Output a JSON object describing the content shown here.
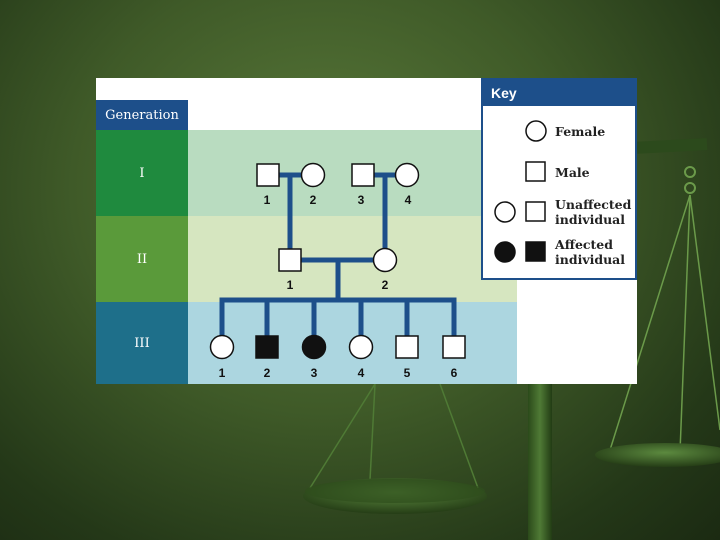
{
  "generation_header": "Generation",
  "generations": [
    "I",
    "II",
    "III"
  ],
  "individuals": {
    "gen1": [
      "1",
      "2",
      "3",
      "4"
    ],
    "gen2": [
      "1",
      "2"
    ],
    "gen3": [
      "1",
      "2",
      "3",
      "4",
      "5",
      "6"
    ]
  },
  "key": {
    "title": "Key",
    "female": "Female",
    "male": "Male",
    "unaffected": "Unaffected individual",
    "affected": "Affected individual"
  },
  "colors": {
    "header_blue": "#1d4f8a",
    "gen1_green": "#1f8a3e",
    "gen1_band": "#b9dcc0",
    "gen2_green": "#5a9a3a",
    "gen2_band": "#d6e6c0",
    "gen3_blue": "#1e6f8a",
    "gen3_band": "#acd6e0",
    "line_blue": "#1d4f8a"
  }
}
